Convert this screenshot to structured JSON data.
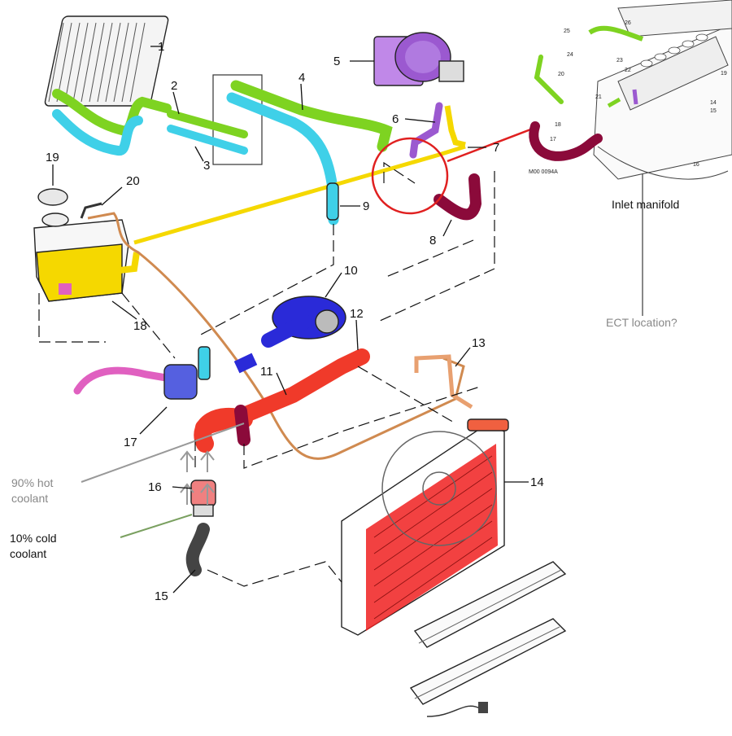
{
  "callouts": {
    "c1": "1",
    "c2": "2",
    "c3": "3",
    "c4": "4",
    "c5": "5",
    "c6": "6",
    "c7": "7",
    "c8": "8",
    "c9": "9",
    "c10": "10",
    "c11": "11",
    "c12": "12",
    "c13": "13",
    "c14": "14",
    "c15": "15",
    "c16": "16",
    "c17": "17",
    "c18": "18",
    "c19": "19",
    "c20": "20"
  },
  "inset": {
    "labels": {
      "i26": "26",
      "i25": "25",
      "i24": "24",
      "i23": "23",
      "i22": "22",
      "i20": "20",
      "i21": "21",
      "i18": "18",
      "i17": "17",
      "i16": "16",
      "i14": "14",
      "i15": "15",
      "i19": "19"
    },
    "figure_code": "M00 0094A",
    "caption": "Inlet manifold"
  },
  "annotations": {
    "ect": "ECT location?",
    "hot_line1": "90% hot",
    "hot_line2": "coolant",
    "cold_line1": "10% cold",
    "cold_line2": "coolant"
  },
  "colors": {
    "green": "#7ed321",
    "cyan": "#3fd0e8",
    "yellow": "#f5d800",
    "purple": "#9b59d0",
    "maroon": "#8b0a3a",
    "red": "#f03a2a",
    "blue": "#2a2ad8",
    "pink": "#e060c0",
    "orange": "#f0a060",
    "gray_text": "#888888",
    "red_circle": "#e02020"
  }
}
